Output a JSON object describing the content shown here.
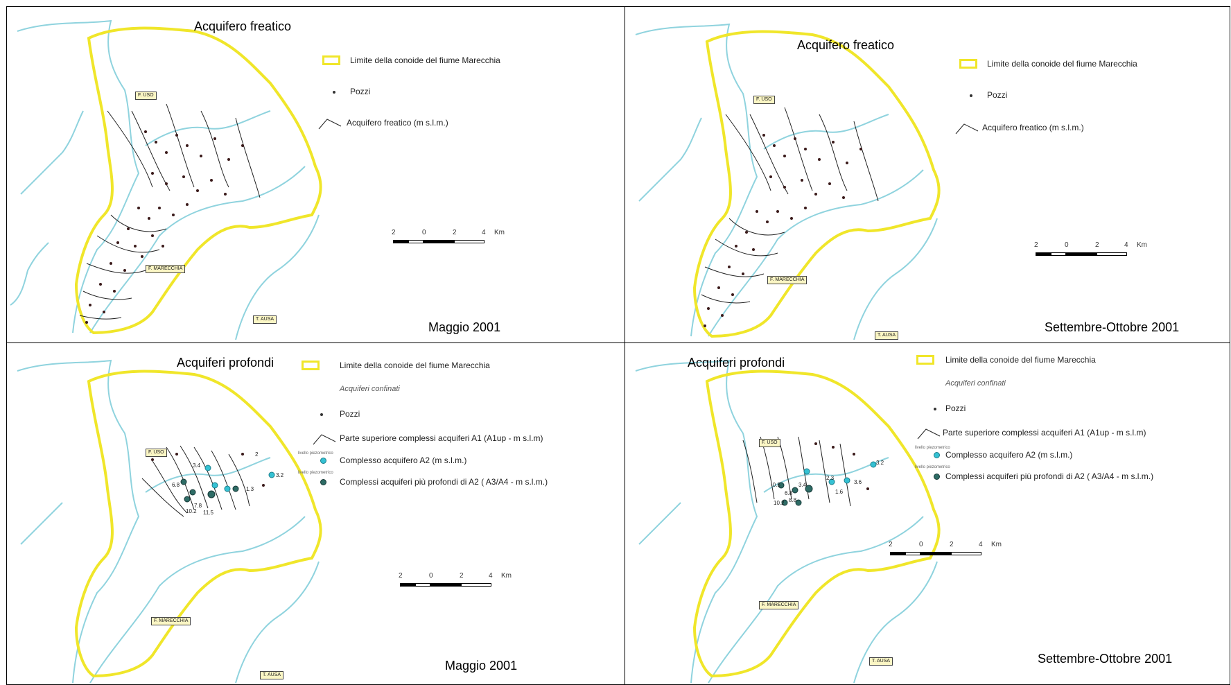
{
  "panels": [
    {
      "id": "p1",
      "title": "Acquifero freatico",
      "period": "Maggio 2001",
      "legend": {
        "boundary": "Limite della conoide del fiume Marecchia",
        "wells": "Pozzi",
        "contours": "Acquifero freatico (m s.l.m.)"
      },
      "places": {
        "uso": "F. USO",
        "marecchia": "F. MARECCHIA",
        "ausa": "T. AUSA"
      },
      "scale": {
        "ticks": [
          "2",
          "0",
          "2",
          "4"
        ],
        "unit": "Km"
      }
    },
    {
      "id": "p2",
      "title": "Acquifero freatico",
      "period": "Settembre-Ottobre 2001",
      "legend": {
        "boundary": "Limite della conoide del fiume Marecchia",
        "wells": "Pozzi",
        "contours": "Acquifero freatico (m s.l.m.)"
      },
      "places": {
        "uso": "F. USO",
        "marecchia": "F. MARECCHIA",
        "ausa": "T. AUSA"
      },
      "scale": {
        "ticks": [
          "2",
          "0",
          "2",
          "4"
        ],
        "unit": "Km"
      }
    },
    {
      "id": "p3",
      "title": "Acquiferi profondi",
      "period": "Maggio 2001",
      "legend": {
        "boundary": "Limite della conoide del fiume Marecchia",
        "confined": "Acquiferi confinati",
        "wells": "Pozzi",
        "a1": "Parte superiore complessi acquiferi A1 (A1up - m s.l.m)",
        "piezo_small": "livello piezometrico",
        "a2": "Complesso acquifero A2 (m s.l.m.)",
        "a34": "Complessi acquiferi più profondi di A2 ( A3/A4 - m s.l.m.)"
      },
      "places": {
        "uso": "F. USO",
        "marecchia": "F. MARECCHIA",
        "ausa": "T. AUSA"
      },
      "scale": {
        "ticks": [
          "2",
          "0",
          "2",
          "4"
        ],
        "unit": "Km"
      },
      "values": [
        "3.4",
        "3.2",
        "2",
        "1.3",
        "6.8",
        "7.8",
        "11.5",
        "10.2"
      ]
    },
    {
      "id": "p4",
      "title": "Acquiferi profondi",
      "period": "Settembre-Ottobre 2001",
      "legend": {
        "boundary": "Limite della conoide del fiume Marecchia",
        "confined": "Acquiferi confinati",
        "wells": "Pozzi",
        "a1": "Parte superiore complessi acquiferi A1 (A1up - m s.l.m)",
        "piezo_small": "livello piezometrico",
        "a2": "Complesso acquifero A2 (m s.l.m.)",
        "a34": "Complessi acquiferi più profondi di A2 ( A3/A4 - m s.l.m.)"
      },
      "places": {
        "uso": "F. USO",
        "marecchia": "F. MARECCHIA",
        "ausa": "T. AUSA"
      },
      "scale": {
        "ticks": [
          "2",
          "0",
          "2",
          "4"
        ],
        "unit": "Km"
      },
      "values": [
        "-0.5",
        "3.4",
        "8.8",
        "10.2",
        "6.8",
        "2.3",
        "3.6",
        "1.6",
        "3.2"
      ]
    }
  ],
  "colors": {
    "boundary": "#f0e62a",
    "rivers": "#8fd3de",
    "wells": "#3a1a1a",
    "a2": "#35c1d3",
    "a34": "#2e6c66",
    "contours": "#222222"
  }
}
